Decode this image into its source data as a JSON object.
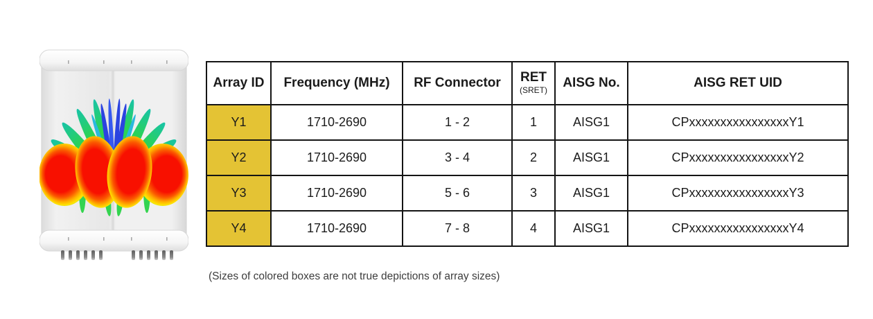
{
  "antenna_image": {
    "icon": "antenna-radome-radiation-pattern-icon"
  },
  "colors": {
    "array_id_highlight": "#e4c334",
    "table_border": "#141414",
    "lobe_red": "#f81000",
    "lobe_yellow": "#ffe300",
    "lobe_green": "#35d44e",
    "spike_blue": "#2b43e0",
    "spike_cyan": "#29b9dd"
  },
  "table": {
    "headers": [
      {
        "label": "Array ID"
      },
      {
        "label": "Frequency (MHz)"
      },
      {
        "label": "RF Connector"
      },
      {
        "label": "RET",
        "sub": "(SRET)"
      },
      {
        "label": "AISG No."
      },
      {
        "label": "AISG RET UID"
      }
    ],
    "rows": [
      {
        "array_id": "Y1",
        "frequency": "1710-2690",
        "rf_connector": "1 - 2",
        "ret": "1",
        "aisg_no": "AISG1",
        "aisg_ret_uid": "CPxxxxxxxxxxxxxxxxY1"
      },
      {
        "array_id": "Y2",
        "frequency": "1710-2690",
        "rf_connector": "3 - 4",
        "ret": "2",
        "aisg_no": "AISG1",
        "aisg_ret_uid": "CPxxxxxxxxxxxxxxxxY2"
      },
      {
        "array_id": "Y3",
        "frequency": "1710-2690",
        "rf_connector": "5 - 6",
        "ret": "3",
        "aisg_no": "AISG1",
        "aisg_ret_uid": "CPxxxxxxxxxxxxxxxxY3"
      },
      {
        "array_id": "Y4",
        "frequency": "1710-2690",
        "rf_connector": "7 - 8",
        "ret": "4",
        "aisg_no": "AISG1",
        "aisg_ret_uid": "CPxxxxxxxxxxxxxxxxY4"
      }
    ]
  },
  "note": "(Sizes of colored boxes are not true depictions of array sizes)"
}
